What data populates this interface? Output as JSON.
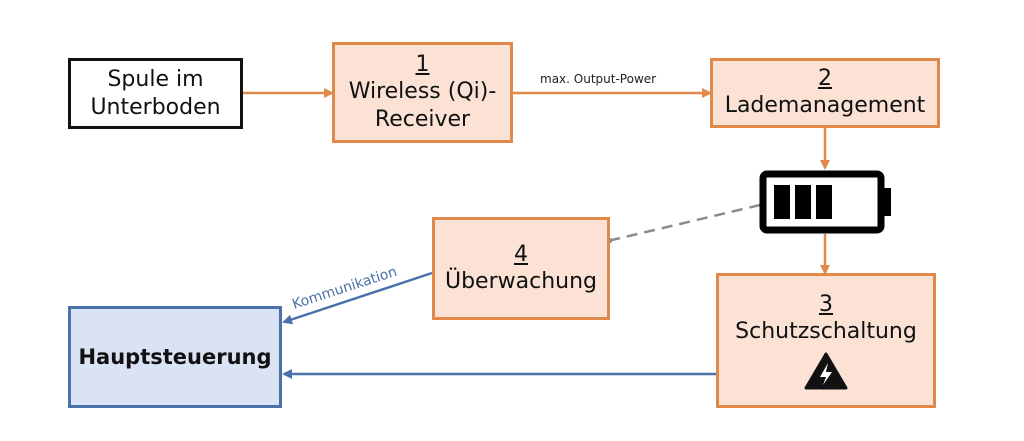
{
  "nodes": {
    "spule": {
      "label_line1": "Spule im",
      "label_line2": "Unterboden"
    },
    "receiver": {
      "number": "1",
      "label_line1": "Wireless (Qi)-",
      "label_line2": "Receiver"
    },
    "lademanagement": {
      "number": "2",
      "label": "Lademanagement"
    },
    "schutzschaltung": {
      "number": "3",
      "label": "Schutzschaltung",
      "icon": "high-voltage-warning-icon"
    },
    "ueberwachung": {
      "number": "4",
      "label": "Überwachung"
    },
    "hauptsteuerung": {
      "label": "Hauptsteuerung"
    },
    "battery": {
      "icon": "battery-icon",
      "level_bars": 3
    }
  },
  "edges": {
    "receiver_to_lademanagement": {
      "label": "max. Output-Power"
    },
    "ueberwachung_to_hauptsteuerung": {
      "label": "Kommunikation"
    }
  },
  "colors": {
    "orange_fill": "#fbe2d5",
    "orange_border": "#e0894a",
    "blue_fill": "#dae3f3",
    "blue_border": "#4a72a8",
    "dashed_gray": "#8c8c8c"
  }
}
